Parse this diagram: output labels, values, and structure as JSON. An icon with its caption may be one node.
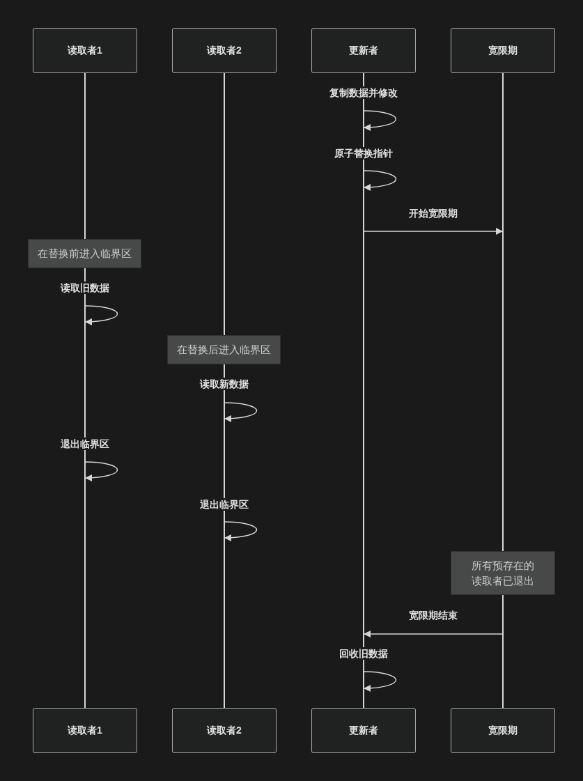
{
  "diagram": {
    "nodes": [
      {
        "text": [
          "读取者1"
        ]
      },
      {
        "text": [
          "读取者2"
        ]
      },
      {
        "text": [
          "更新者"
        ]
      },
      {
        "text": [
          "宽限期"
        ]
      },
      {
        "text": [],
        "shape": "line"
      },
      {
        "text": [],
        "shape": "line"
      },
      {
        "text": [],
        "shape": "line"
      },
      {
        "text": [],
        "shape": "line"
      },
      {
        "text": [],
        "shape": "line"
      },
      {
        "text": [],
        "shape": "line"
      },
      {
        "text": [],
        "shape": "line"
      },
      {
        "text": [
          "在替换前进入临界区"
        ]
      },
      {
        "text": [
          "在替换后进入临界区"
        ]
      },
      {
        "text": [
          "所有预存在的读取者已退出"
        ]
      },
      {
        "text": [
          "读取者1"
        ]
      },
      {
        "text": [
          "读取者2"
        ]
      },
      {
        "text": [
          "更新者"
        ]
      },
      {
        "text": [
          "宽限期"
        ]
      }
    ],
    "edges": [
      {
        "from": 8,
        "to": 8,
        "arrow": "to",
        "label": "复制数据并修改"
      },
      {
        "from": 8,
        "to": 8,
        "arrow": "to",
        "label": "原子替换指针"
      },
      {
        "from": 8,
        "to": 9,
        "arrow": "to",
        "label": "开始宽限期"
      },
      {
        "from": 5,
        "to": 5,
        "arrow": "to",
        "label": "读取旧数据"
      },
      {
        "from": 7,
        "to": 7,
        "arrow": "to",
        "label": "读取新数据"
      },
      {
        "from": 5,
        "to": 5,
        "arrow": "to",
        "label": "退出临界区"
      },
      {
        "from": 7,
        "to": 7,
        "arrow": "to",
        "label": "退出临界区"
      },
      {
        "from": 10,
        "to": 8,
        "arrow": "to",
        "label": "宽限期结束"
      },
      {
        "from": 8,
        "to": 8,
        "arrow": "to",
        "label": "回收旧数据"
      }
    ]
  }
}
